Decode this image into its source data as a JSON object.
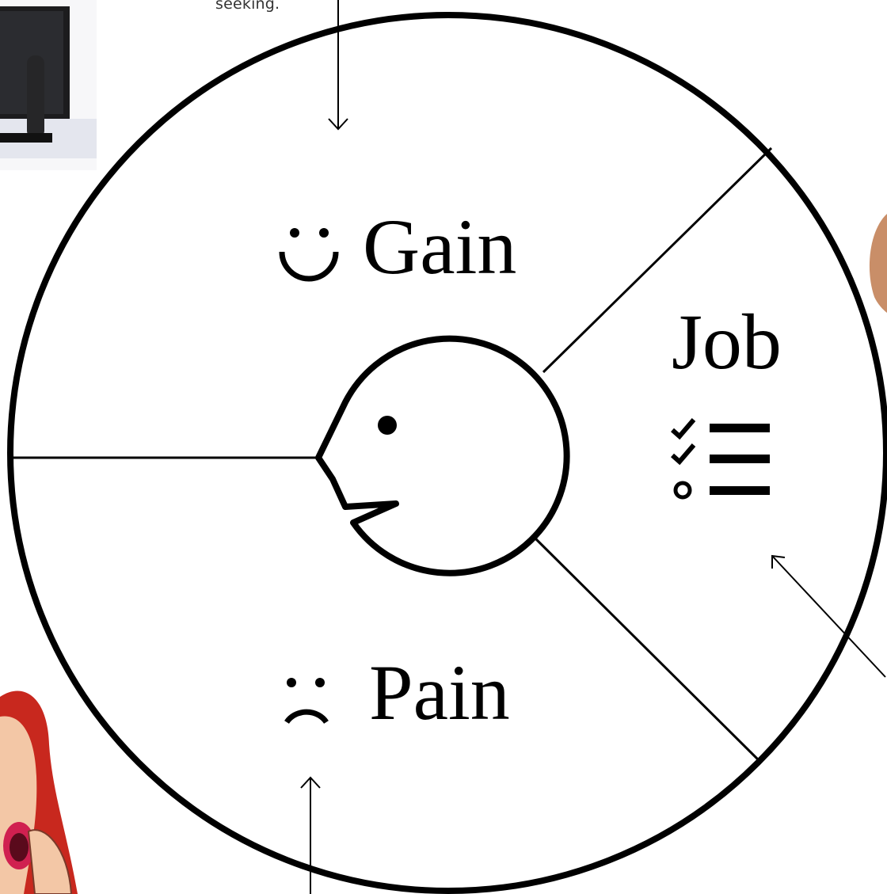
{
  "top_note": "seeking.",
  "segments": {
    "gain": {
      "label": "Gain",
      "icon": "smile-icon"
    },
    "job": {
      "label": "Job",
      "icon": "checklist-icon"
    },
    "pain": {
      "label": "Pain",
      "icon": "frown-icon"
    }
  },
  "center_icon": "customer-profile-head-icon",
  "colors": {
    "stroke": "#000000",
    "background": "#ffffff"
  }
}
